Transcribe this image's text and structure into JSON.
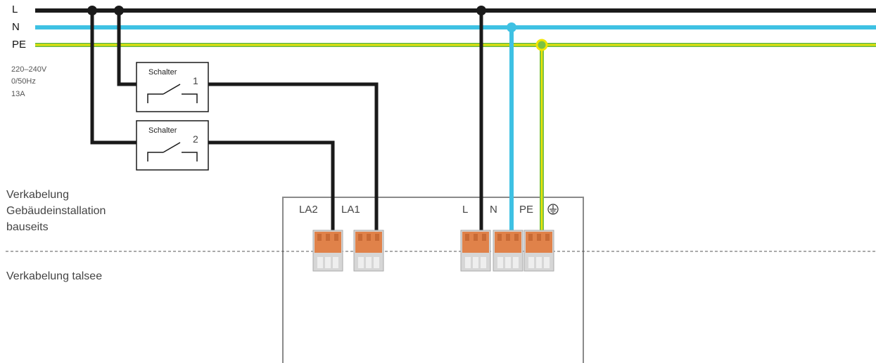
{
  "rails": {
    "l_label": "L",
    "n_label": "N",
    "pe_label": "PE"
  },
  "specs": {
    "voltage": "220–240V",
    "frequency": "0/50Hz",
    "current": "13A"
  },
  "switches": [
    {
      "title": "Schalter",
      "number": "1"
    },
    {
      "title": "Schalter",
      "number": "2"
    }
  ],
  "sections": {
    "building_line1": "Verkabelung",
    "building_line2": "Gebäudeinstallation",
    "building_line3": "bauseits",
    "talsee": "Verkabelung talsee"
  },
  "terminals": {
    "la2": "LA2",
    "la1": "LA1",
    "l": "L",
    "n": "N",
    "pe": "PE"
  },
  "colors": {
    "live": "#1a1a1a",
    "neutral": "#3ec1e3",
    "earth_green": "#7cc242",
    "earth_yellow": "#f2e600",
    "connector_orange": "#e0824a",
    "connector_body": "#d6d6d6",
    "box_border": "#8a8a8a"
  },
  "icons": {
    "ground": "ground-icon"
  }
}
